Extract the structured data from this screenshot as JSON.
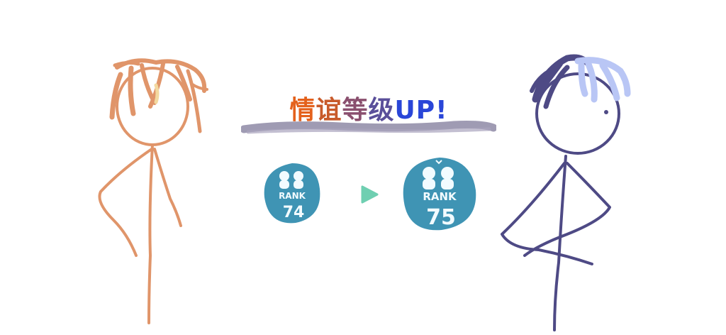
{
  "headline": {
    "parts": [
      {
        "text": "情",
        "color": "#e4611c"
      },
      {
        "text": "谊",
        "color": "#c85a2a"
      },
      {
        "text": "等",
        "color": "#8a4f6e"
      },
      {
        "text": "级",
        "color": "#5a4f9a"
      },
      {
        "text": "UP",
        "color": "#2a46d8"
      },
      {
        "text": "!",
        "color": "#2a46d8"
      }
    ]
  },
  "rank": {
    "label": "RANK",
    "from": "74",
    "to": "75"
  },
  "icons": {
    "arrow": "play-arrow-icon",
    "badge": "friendship-badge-icon"
  },
  "colors": {
    "left_character": "#e0956a",
    "left_hair_highlight": "#f3d9a0",
    "right_character": "#4e4a85",
    "right_hair_light": "#b9c6f5",
    "badge": "#3f94b4",
    "arrow": "#6fcfb1",
    "brush": "#8e89a6"
  }
}
